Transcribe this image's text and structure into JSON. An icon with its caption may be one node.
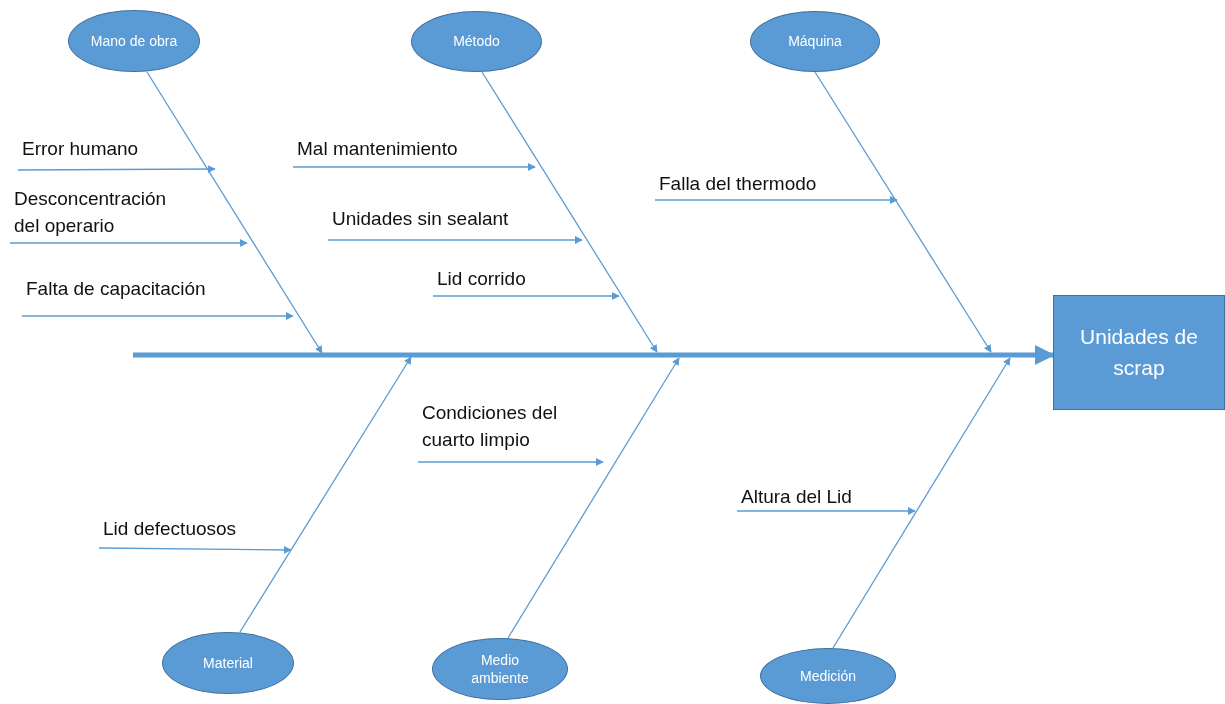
{
  "diagram": {
    "nodes": [
      {
        "text": [
          "Mano de obra"
        ]
      },
      {
        "text": [
          "Método"
        ]
      },
      {
        "text": [
          "Máquina"
        ]
      },
      {
        "text": [
          "Unidades de scrap"
        ]
      },
      {
        "text": [
          "Material"
        ]
      },
      {
        "text": [
          "Medio ambiente"
        ]
      },
      {
        "text": [
          "Medición"
        ]
      },
      {
        "text": [
          "Error humano"
        ]
      },
      {
        "text": [
          "Desconcentración del operario"
        ]
      },
      {
        "text": [
          "Falta de capacitación"
        ]
      },
      {
        "text": [
          "Mal mantenimiento"
        ]
      },
      {
        "text": [
          "Unidades sin sealant"
        ]
      },
      {
        "text": [
          "Lid corrido"
        ]
      },
      {
        "text": [
          "Falla del thermodo"
        ]
      },
      {
        "text": [
          "Condiciones del cuarto limpio"
        ]
      },
      {
        "text": [
          "Lid defectuosos"
        ]
      },
      {
        "text": [
          "Altura del Lid"
        ]
      }
    ],
    "edges": [
      {
        "from": 0,
        "to": null,
        "arrow": "to"
      },
      {
        "from": 1,
        "to": null,
        "arrow": "to"
      },
      {
        "from": 2,
        "to": null,
        "arrow": "to"
      },
      {
        "from": 4,
        "to": null,
        "arrow": "to"
      },
      {
        "from": 5,
        "to": null,
        "arrow": "to"
      },
      {
        "from": 6,
        "to": null,
        "arrow": "to"
      },
      {
        "from": null,
        "to": 3,
        "arrow": "to",
        "style": "thick"
      },
      {
        "from": 7,
        "to": null,
        "arrow": "to"
      },
      {
        "from": 8,
        "to": null,
        "arrow": "to"
      },
      {
        "from": 9,
        "to": null,
        "arrow": "to"
      },
      {
        "from": 10,
        "to": null,
        "arrow": "to"
      },
      {
        "from": 11,
        "to": null,
        "arrow": "to"
      },
      {
        "from": 12,
        "to": null,
        "arrow": "to"
      },
      {
        "from": 13,
        "to": null,
        "arrow": "to"
      },
      {
        "from": 14,
        "to": null,
        "arrow": "to"
      },
      {
        "from": 15,
        "to": null,
        "arrow": "to"
      },
      {
        "from": 16,
        "to": null,
        "arrow": "to"
      }
    ]
  }
}
